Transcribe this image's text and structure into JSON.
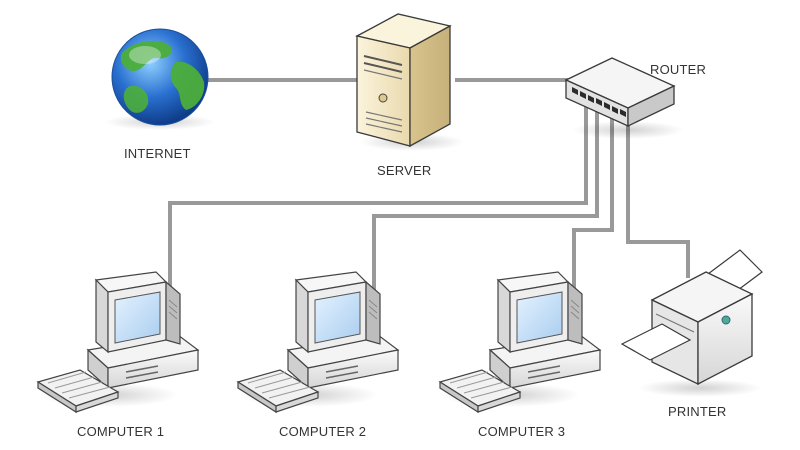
{
  "nodes": {
    "internet": {
      "label": "INTERNET"
    },
    "server": {
      "label": "SERVER"
    },
    "router": {
      "label": "ROUTER"
    },
    "computer1": {
      "label": "COMPUTER 1"
    },
    "computer2": {
      "label": "COMPUTER 2"
    },
    "computer3": {
      "label": "COMPUTER 3"
    },
    "printer": {
      "label": "PRINTER"
    }
  },
  "colors": {
    "cable": "#999999",
    "globe_ocean": "#2a70d0",
    "globe_land": "#4cae3a",
    "server_body": "#f2e6c4",
    "device_body": "#eeeeee",
    "screen": "#c9e2f7"
  }
}
